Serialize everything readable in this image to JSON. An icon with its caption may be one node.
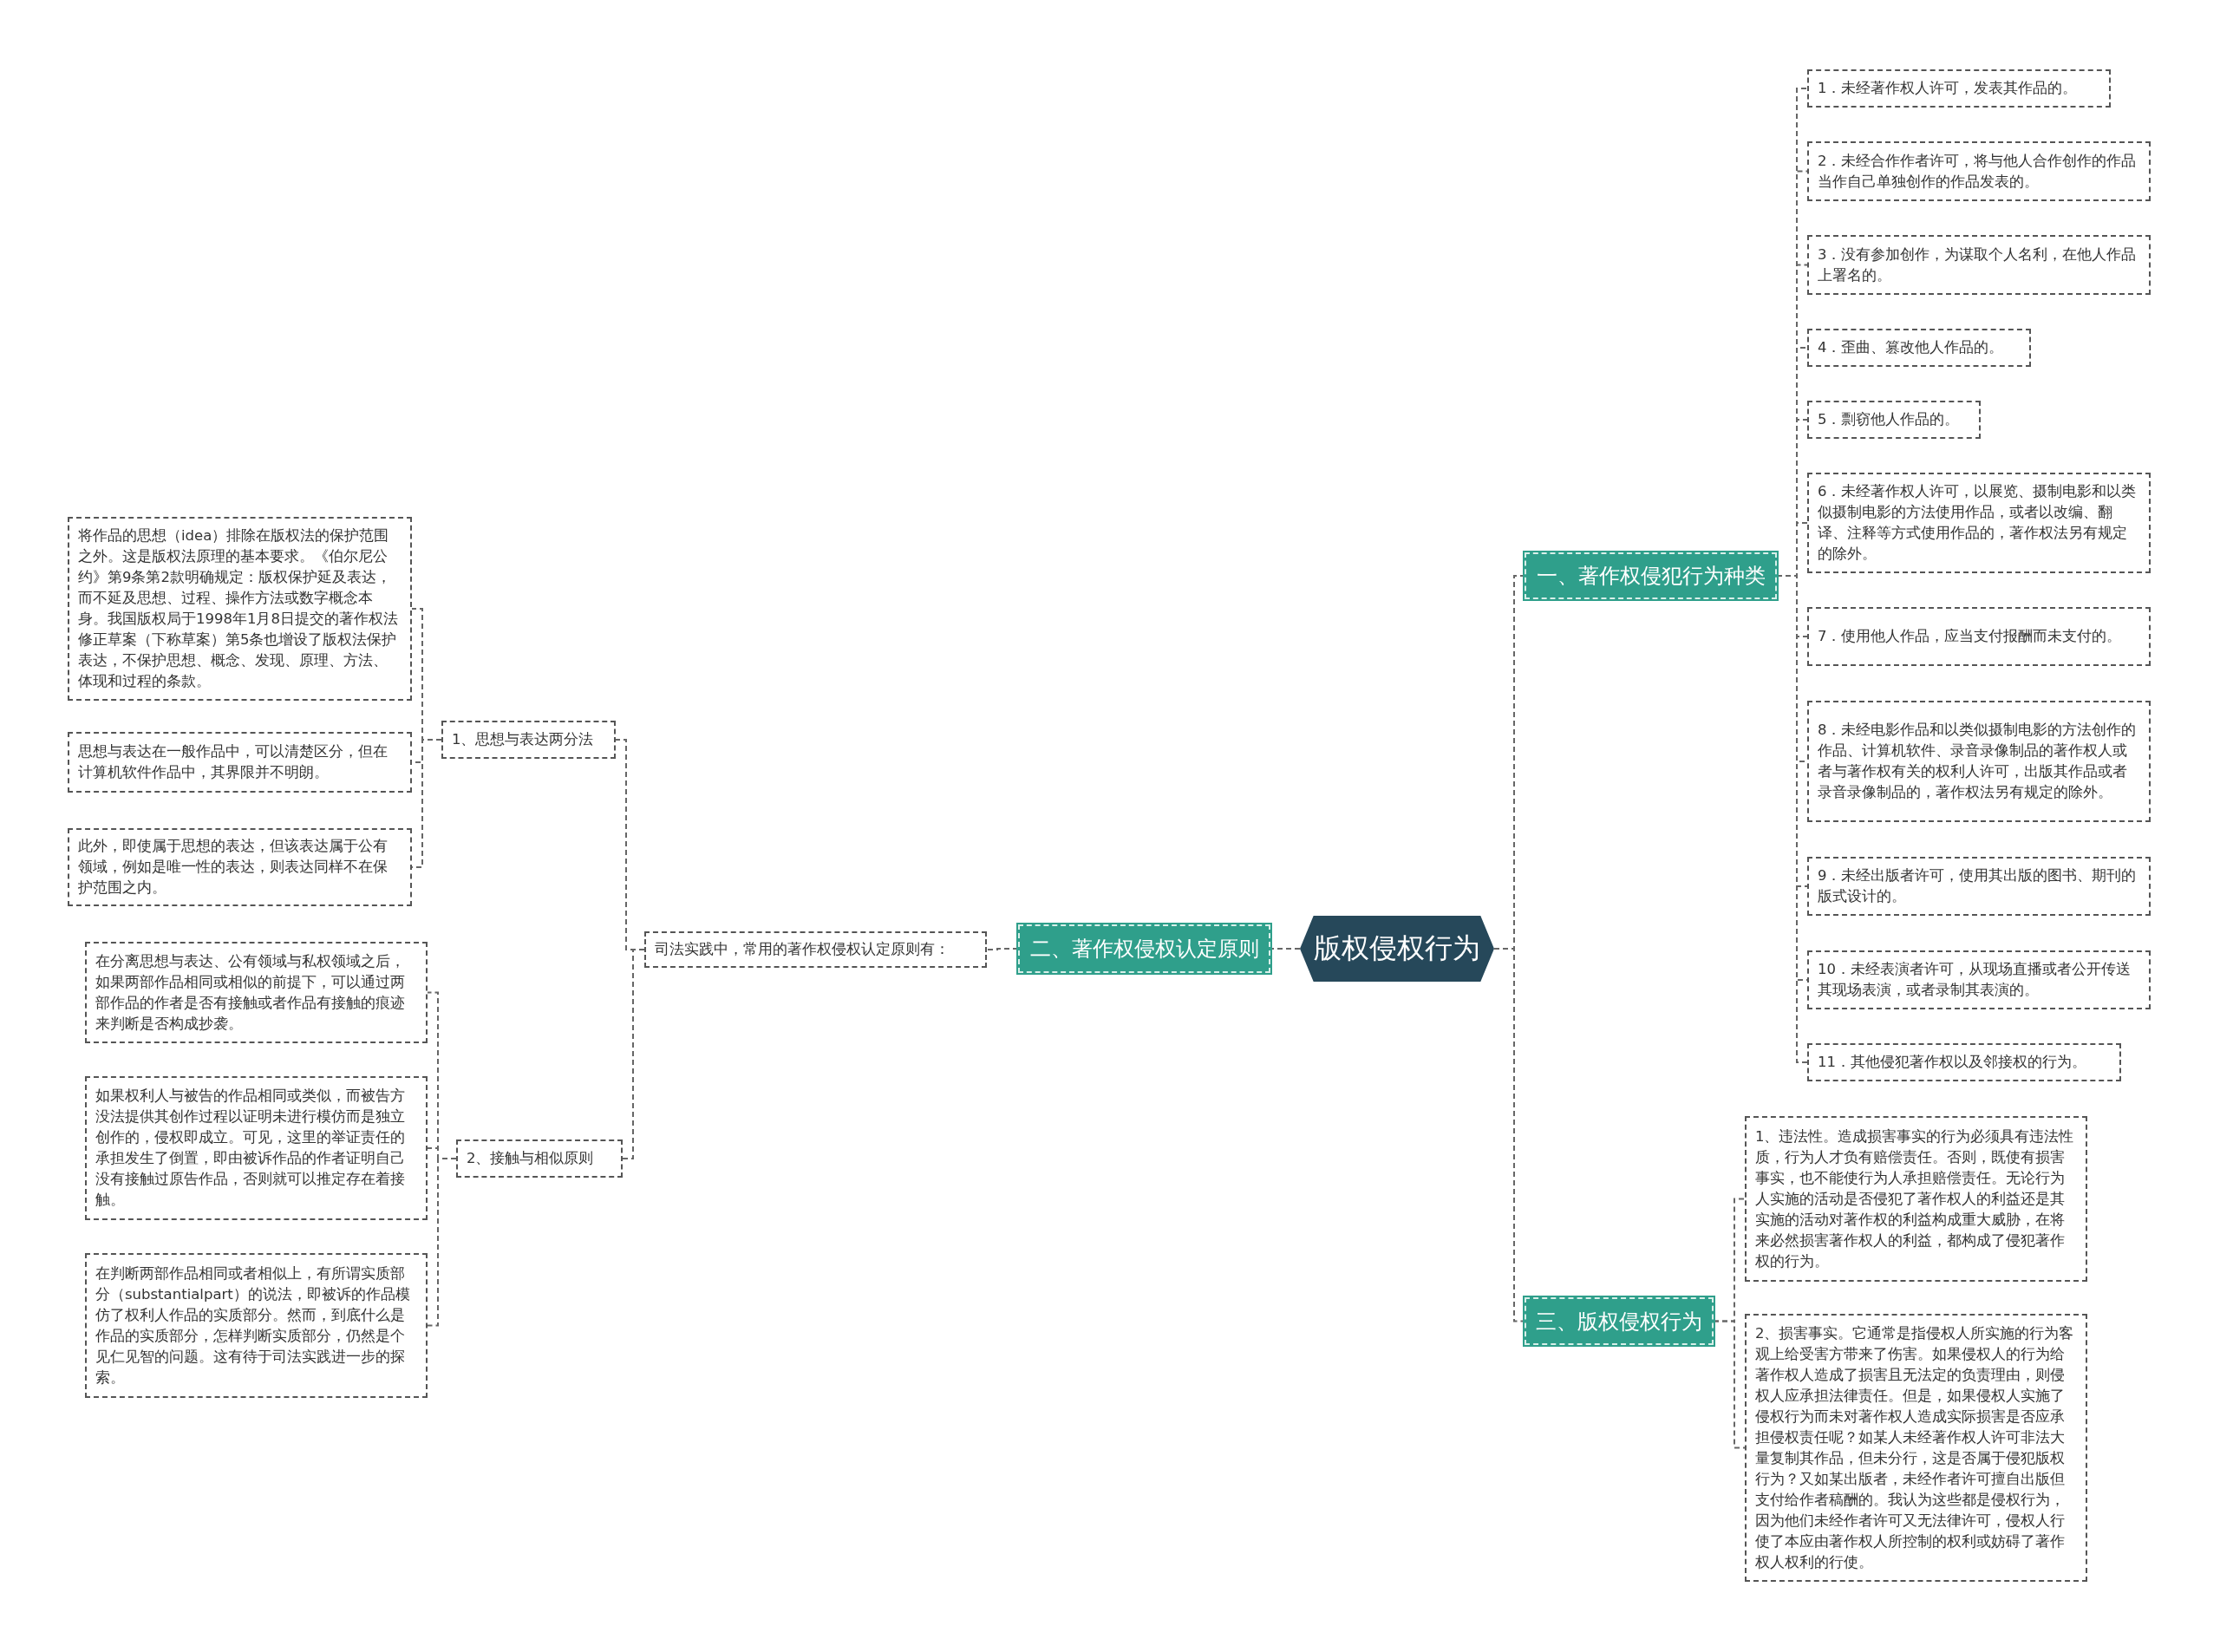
{
  "diagram": {
    "nodes": [
      {
        "text": [
          "版权侵权行为"
        ]
      },
      {
        "text": [
          "一、著作权侵犯行为种类"
        ]
      },
      {
        "text": [
          "1．未经著作权人许可，发表其作品的。"
        ]
      },
      {
        "text": [
          "2．未经合作作者许可，将与他人合作创作的作品当作自己单独创作的作品发表的。"
        ]
      },
      {
        "text": [
          "3．没有参加创作，为谋取个人名利，在他人作品上署名的。"
        ]
      },
      {
        "text": [
          "4．歪曲、篡改他人作品的。"
        ]
      },
      {
        "text": [
          "5．剽窃他人作品的。"
        ]
      },
      {
        "text": [
          "6．未经著作权人许可，以展览、摄制电影和以类似摄制电影的方法使用作品，或者以改编、翻译、注释等方式使用作品的，著作权法另有规定的除外。"
        ]
      },
      {
        "text": [
          "7．使用他人作品，应当支付报酬而未支付的。"
        ]
      },
      {
        "text": [
          "8．未经电影作品和以类似摄制电影的方法创作的作品、计算机软件、录音录像制品的著作权人或者与著作权有关的权利人许可，出版其作品或者录音录像制品的，著作权法另有规定的除外。"
        ]
      },
      {
        "text": [
          "9．未经出版者许可，使用其出版的图书、期刊的版式设计的。"
        ]
      },
      {
        "text": [
          "10．未经表演者许可，从现场直播或者公开传送其现场表演，或者录制其表演的。"
        ]
      },
      {
        "text": [
          "11．其他侵犯著作权以及邻接权的行为。"
        ]
      },
      {
        "text": [
          "二、著作权侵权认定原则"
        ]
      },
      {
        "text": [
          "司法实践中，常用的著作权侵权认定原则有："
        ]
      },
      {
        "text": [
          "1、思想与表达两分法"
        ]
      },
      {
        "text": [
          "将作品的思想（idea）排除在版权法的保护范围之外。这是版权法原理的基本要求。《伯尔尼公约》第9条第2款明确规定：版权保护延及表达，而不延及思想、过程、操作方法或数字概念本身。我国版权局于1998年1月8日提交的著作权法修正草案（下称草案）第5条也增设了版权法保护表达，不保护思想、概念、发现、原理、方法、体现和过程的条款。"
        ]
      },
      {
        "text": [
          "思想与表达在一般作品中，可以清楚区分，但在计算机软件作品中，其界限并不明朗。"
        ]
      },
      {
        "text": [
          "此外，即使属于思想的表达，但该表达属于公有领域，例如是唯一性的表达，则表达同样不在保护范围之内。"
        ]
      },
      {
        "text": [
          "2、接触与相似原则"
        ]
      },
      {
        "text": [
          "在分离思想与表达、公有领域与私权领域之后，如果两部作品相同或相似的前提下，可以通过两部作品的作者是否有接触或者作品有接触的痕迹来判断是否构成抄袭。"
        ]
      },
      {
        "text": [
          "如果权利人与被告的作品相同或类似，而被告方没法提供其创作过程以证明未进行模仿而是独立创作的，侵权即成立。可见，这里的举证责任的承担发生了倒置，即由被诉作品的作者证明自己没有接触过原告作品，否则就可以推定存在着接触。"
        ]
      },
      {
        "text": [
          "在判断两部作品相同或者相似上，有所谓实质部分（substantialpart）的说法，即被诉的作品模仿了权利人作品的实质部分。然而，到底什么是作品的实质部分，怎样判断实质部分，仍然是个见仁见智的问题。这有待于司法实践进一步的探索。"
        ]
      },
      {
        "text": [
          "三、版权侵权行为"
        ]
      },
      {
        "text": [
          "1、违法性。造成损害事实的行为必须具有违法性质，行为人才负有赔偿责任。否则，既使有损害事实，也不能使行为人承担赔偿责任。无论行为人实施的活动是否侵犯了著作权人的利益还是其实施的活动对著作权的利益构成重大威胁，在将来必然损害著作权人的利益，都构成了侵犯著作权的行为。"
        ]
      },
      {
        "text": [
          "2、损害事实。它通常是指侵权人所实施的行为客观上给受害方带来了伤害。如果侵权人的行为给著作权人造成了损害且无法定的负责理由，则侵权人应承担法律责任。但是，如果侵权人实施了侵权行为而未对著作权人造成实际损害是否应承担侵权责任呢？如某人未经著作权人许可非法大量复制其作品，但未分行，这是否属于侵犯版权行为？又如某出版者，未经作者许可擅自出版但支付给作者稿酬的。我认为这些都是侵权行为，因为他们未经作者许可又无法律许可，侵权人行使了本应由著作权人所控制的权利或妨碍了著作权人权利的行使。"
        ]
      }
    ],
    "edges": [
      {
        "from": 0,
        "to": 1,
        "arrow": "none"
      },
      {
        "from": 1,
        "to": 2,
        "arrow": "none"
      },
      {
        "from": 1,
        "to": 3,
        "arrow": "none"
      },
      {
        "from": 1,
        "to": 4,
        "arrow": "none"
      },
      {
        "from": 1,
        "to": 5,
        "arrow": "none"
      },
      {
        "from": 1,
        "to": 6,
        "arrow": "none"
      },
      {
        "from": 1,
        "to": 7,
        "arrow": "none"
      },
      {
        "from": 1,
        "to": 8,
        "arrow": "none"
      },
      {
        "from": 1,
        "to": 9,
        "arrow": "none"
      },
      {
        "from": 1,
        "to": 10,
        "arrow": "none"
      },
      {
        "from": 1,
        "to": 11,
        "arrow": "none"
      },
      {
        "from": 1,
        "to": 12,
        "arrow": "none"
      },
      {
        "from": 0,
        "to": 13,
        "arrow": "none"
      },
      {
        "from": 13,
        "to": 14,
        "arrow": "none"
      },
      {
        "from": 14,
        "to": 15,
        "arrow": "none"
      },
      {
        "from": 15,
        "to": 16,
        "arrow": "none"
      },
      {
        "from": 15,
        "to": 17,
        "arrow": "none"
      },
      {
        "from": 15,
        "to": 18,
        "arrow": "none"
      },
      {
        "from": 14,
        "to": 19,
        "arrow": "none"
      },
      {
        "from": 19,
        "to": 20,
        "arrow": "none"
      },
      {
        "from": 19,
        "to": 21,
        "arrow": "none"
      },
      {
        "from": 19,
        "to": 22,
        "arrow": "none"
      },
      {
        "from": 0,
        "to": 23,
        "arrow": "none"
      },
      {
        "from": 23,
        "to": 24,
        "arrow": "none"
      },
      {
        "from": 23,
        "to": 25,
        "arrow": "none"
      }
    ]
  }
}
